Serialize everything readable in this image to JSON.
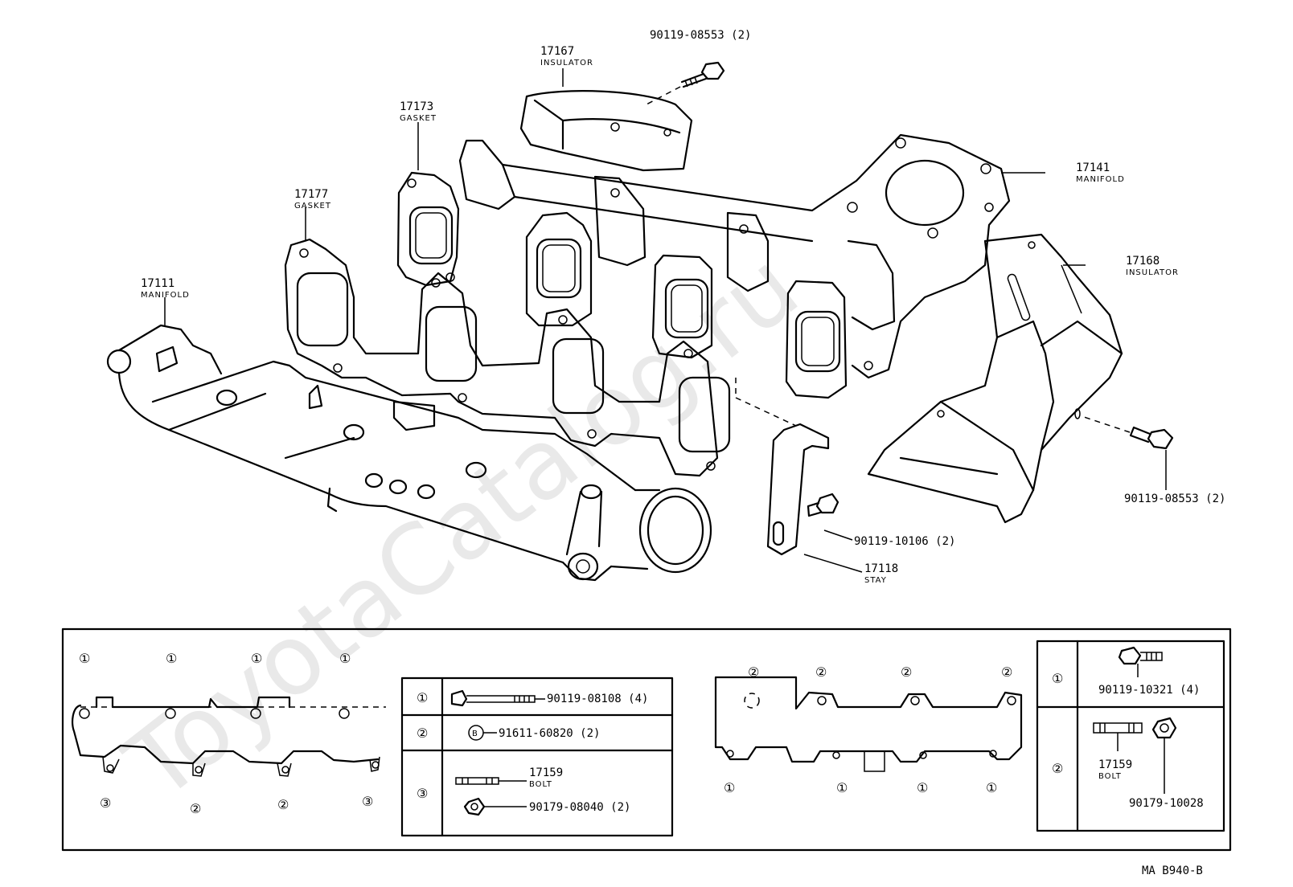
{
  "watermark": "ToyotaCatalog.ru",
  "diagram_code": "MA B940-B",
  "parts": [
    {
      "number": "17167",
      "name": "INSULATOR"
    },
    {
      "number": "90119-08553 (2)",
      "name": ""
    },
    {
      "number": "17173",
      "name": "GASKET"
    },
    {
      "number": "17141",
      "name": "MANIFOLD"
    },
    {
      "number": "17177",
      "name": "GASKET"
    },
    {
      "number": "17168",
      "name": "INSULATOR"
    },
    {
      "number": "17111",
      "name": "MANIFOLD"
    },
    {
      "number": "90119-08553 (2)",
      "name": ""
    },
    {
      "number": "90119-10106 (2)",
      "name": ""
    },
    {
      "number": "17118",
      "name": "STAY"
    }
  ],
  "inset_left": {
    "top_markers": [
      "①",
      "①",
      "①",
      "①"
    ],
    "bottom_markers": [
      "③",
      "②",
      "②",
      "③"
    ]
  },
  "legend_left": [
    {
      "marker": "①",
      "text": "90119-08108 (4)",
      "sub": ""
    },
    {
      "marker": "②",
      "text": "91611-60820 (2)",
      "sub": "",
      "badge": "B"
    },
    {
      "marker": "③",
      "text": "17159",
      "sub": "BOLT",
      "text2": "90179-08040 (2)"
    }
  ],
  "inset_right": {
    "top_markers": [
      "②",
      "②",
      "②",
      "②"
    ],
    "bottom_markers": [
      "①",
      "①",
      "①",
      "①"
    ]
  },
  "legend_right": [
    {
      "marker": "①",
      "text": "90119-10321 (4)",
      "sub": ""
    },
    {
      "marker": "②",
      "text": "17159",
      "sub": "BOLT",
      "text2": "90179-10028"
    }
  ]
}
